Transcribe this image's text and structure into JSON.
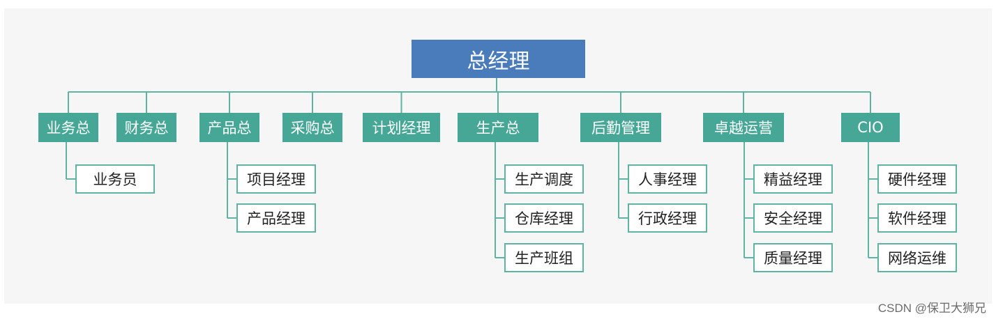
{
  "root": {
    "label": "总经理"
  },
  "departments": [
    {
      "label": "业务总",
      "children": [
        "业务员"
      ]
    },
    {
      "label": "财务总",
      "children": []
    },
    {
      "label": "产品总",
      "children": [
        "项目经理",
        "产品经理"
      ]
    },
    {
      "label": "采购总",
      "children": []
    },
    {
      "label": "计划经理",
      "children": []
    },
    {
      "label": "生产总",
      "children": [
        "生产调度",
        "仓库经理",
        "生产班组"
      ]
    },
    {
      "label": "后勤管理",
      "children": [
        "人事经理",
        "行政经理"
      ]
    },
    {
      "label": "卓越运营",
      "children": [
        "精益经理",
        "安全经理",
        "质量经理"
      ]
    },
    {
      "label": "CIO",
      "children": [
        "硬件经理",
        "软件经理",
        "网络运维"
      ]
    }
  ],
  "watermark": "CSDN @保卫大狮兄",
  "colors": {
    "root_fill": "#4a7bbb",
    "department_fill": "#46a796",
    "connector": "#5fb3a3",
    "leaf_border": "#5fb3a3",
    "background": "#f6f6f6"
  }
}
